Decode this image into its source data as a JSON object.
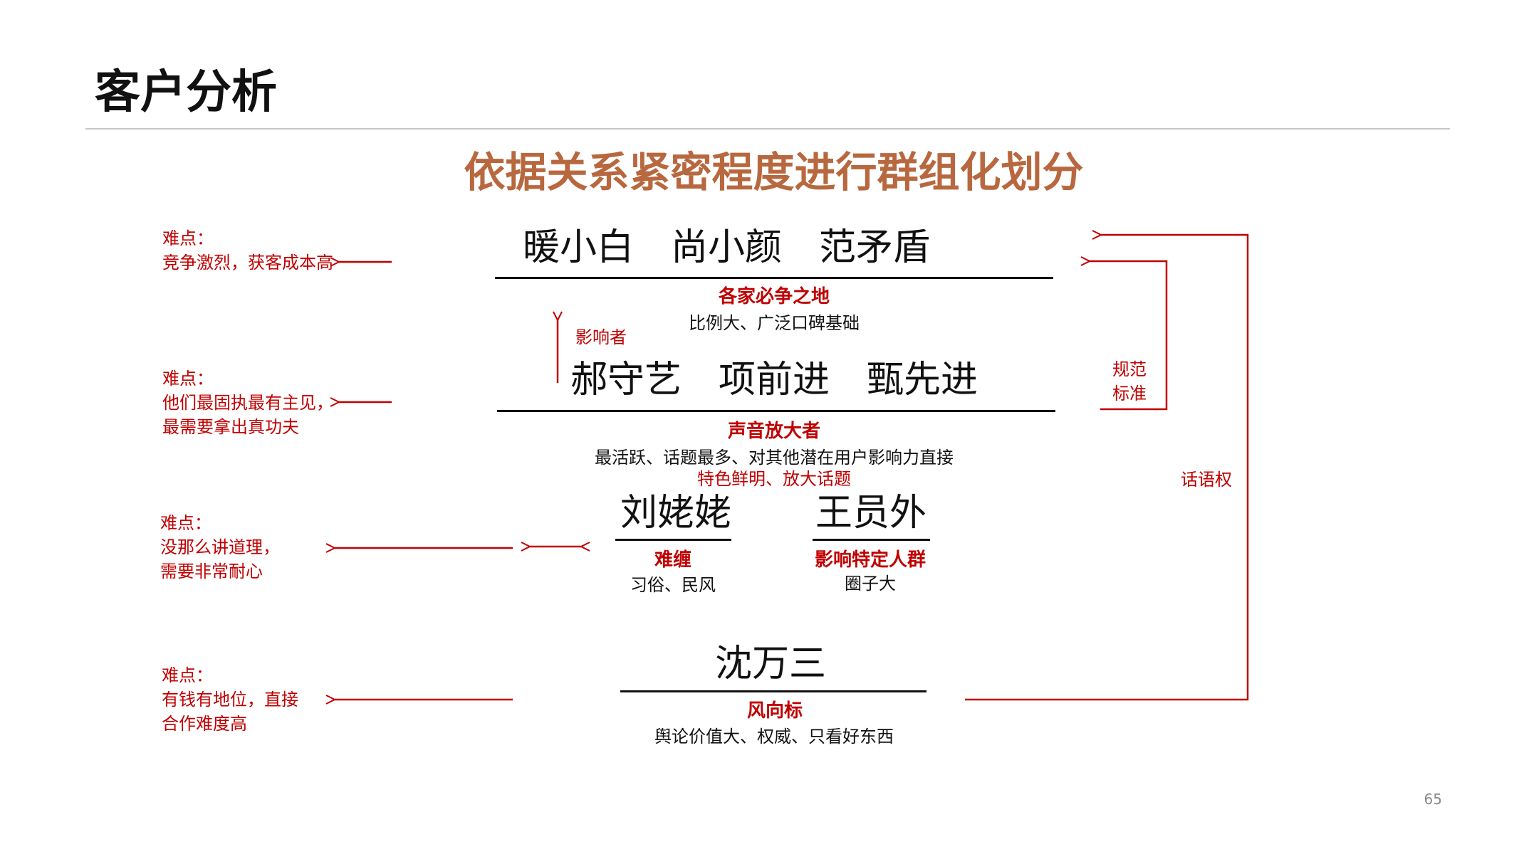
{
  "page": {
    "title": "客户分析",
    "subtitle": "依据关系紧密程度进行群组化划分",
    "page_number": "65"
  },
  "colors": {
    "accent_red": "#c00000",
    "subtitle_brown": "#b8683f",
    "text_dark": "#111111"
  },
  "tiers": [
    {
      "names": "暖小白　尚小颜　范矛盾",
      "heading": "各家必争之地",
      "desc": "比例大、广泛口碑基础"
    },
    {
      "names": "郝守艺　项前进　甄先进",
      "heading": "声音放大者",
      "desc": "最活跃、话题最多、对其他潜在用户影响力直接",
      "note": "特色鲜明、放大话题"
    },
    {
      "left": {
        "name": "刘姥姥",
        "heading": "难缠",
        "desc": "习俗、民风"
      },
      "right": {
        "name": "王员外",
        "heading": "影响特定人群",
        "desc": "圈子大"
      }
    },
    {
      "names": "沈万三",
      "heading": "风向标",
      "desc": "舆论价值大、权威、只看好东西"
    }
  ],
  "difficulties": [
    {
      "label": "难点：",
      "lines": [
        "竞争激烈，获客成本高"
      ]
    },
    {
      "label": "难点：",
      "lines": [
        "他们最固执最有主见，",
        "最需要拿出真功夫"
      ]
    },
    {
      "label": "难点：",
      "lines": [
        "没那么讲道理，",
        "需要非常耐心"
      ]
    },
    {
      "label": "难点：",
      "lines": [
        "有钱有地位，直接",
        "合作难度高"
      ]
    }
  ],
  "annotations": {
    "influencer": "影响者",
    "norm": [
      "规范",
      "标准"
    ],
    "discourse": "话语权"
  }
}
